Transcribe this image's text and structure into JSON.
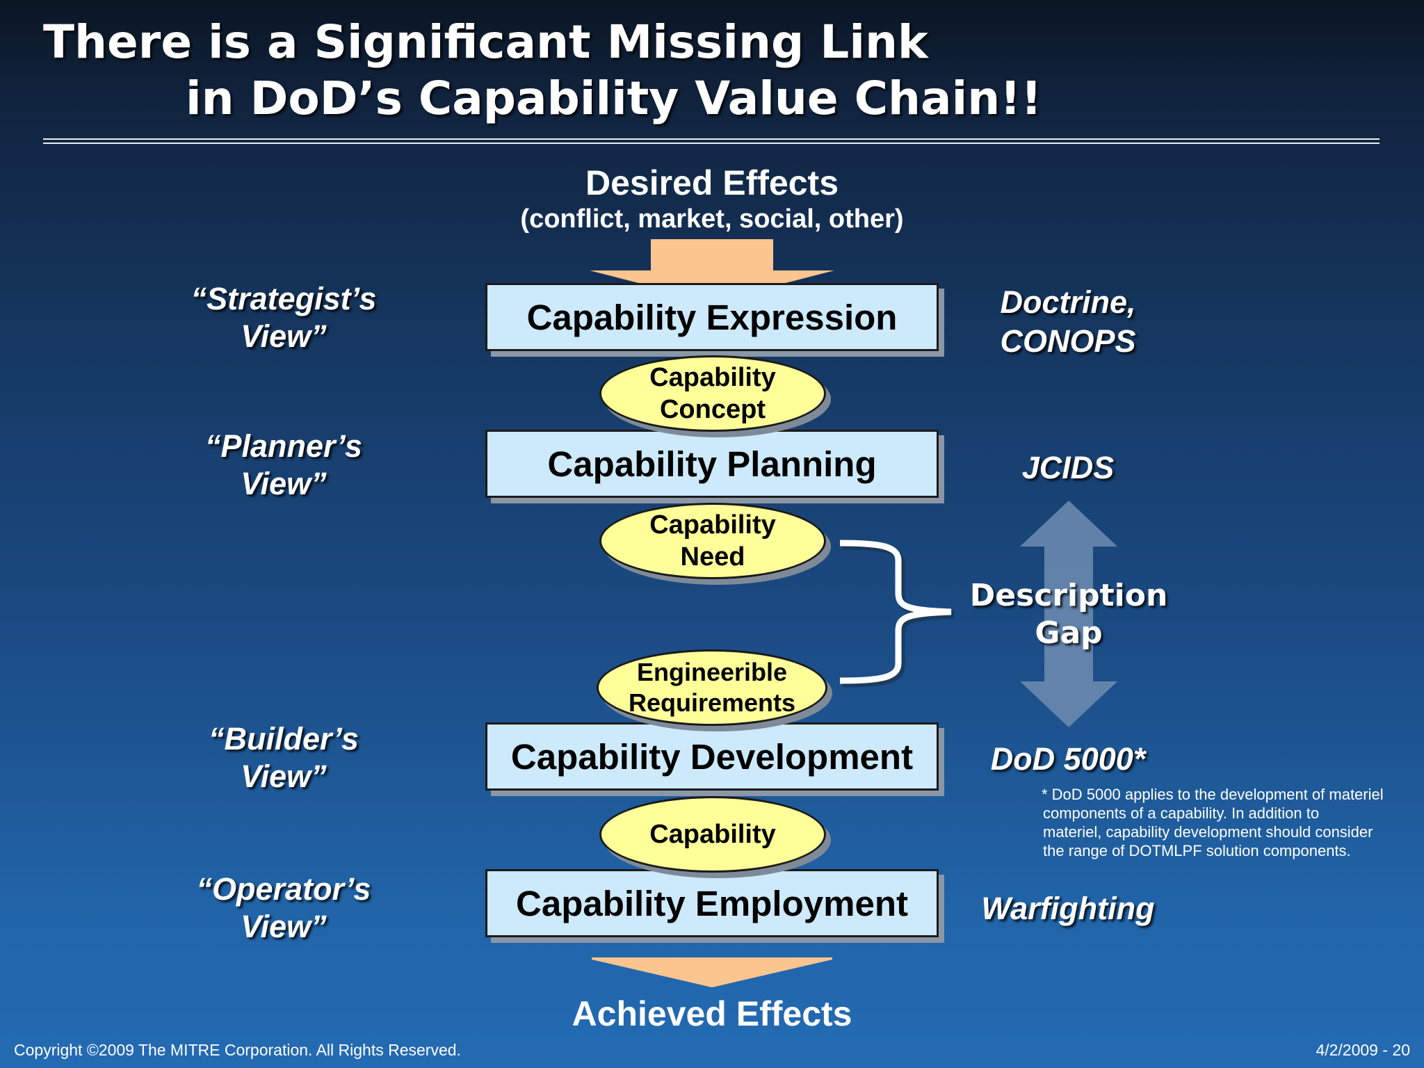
{
  "title": {
    "line1": "There is a Significant Missing Link",
    "line2": "in DoD’s Capability Value Chain!!"
  },
  "top": {
    "heading": "Desired Effects",
    "subheading": "(conflict, market, social, other)"
  },
  "boxes": [
    "Capability Expression",
    "Capability Planning",
    "Capability Development",
    "Capability Employment"
  ],
  "ovals": [
    {
      "line1": "Capability",
      "line2": "Concept"
    },
    {
      "line1": "Capability",
      "line2": "Need"
    },
    {
      "line1": "Engineerible",
      "line2": "Requirements"
    },
    {
      "line1": "Capability"
    }
  ],
  "views": [
    {
      "line1": "“Strategist’s",
      "line2": "View”"
    },
    {
      "line1": "“Planner’s",
      "line2": "View”"
    },
    {
      "line1": "“Builder’s",
      "line2": "View”"
    },
    {
      "line1": "“Operator’s",
      "line2": "View”"
    }
  ],
  "processes": [
    {
      "line1": "Doctrine,",
      "line2": "CONOPS"
    },
    {
      "line1": "JCIDS"
    },
    {
      "line1": "DoD 5000*"
    },
    {
      "line1": "Warfighting"
    }
  ],
  "gap": {
    "line1": "Description",
    "line2": "Gap"
  },
  "footnote": [
    "* DoD 5000 applies to the development of materiel",
    "components of a capability.  In addition to",
    "materiel, capability development should consider",
    "the range of DOTMLPF solution components."
  ],
  "bottom": {
    "heading": "Achieved Effects"
  },
  "footer": {
    "copyright": "Copyright ©2009 The MITRE Corporation.  All Rights Reserved.",
    "page": "4/2/2009 - 20"
  },
  "colors": {
    "box_fill": "#cde9fc",
    "oval_fill": "#ffff99",
    "arrow_fill": "#fbc590",
    "gap_arrow": "#6f8db0"
  }
}
